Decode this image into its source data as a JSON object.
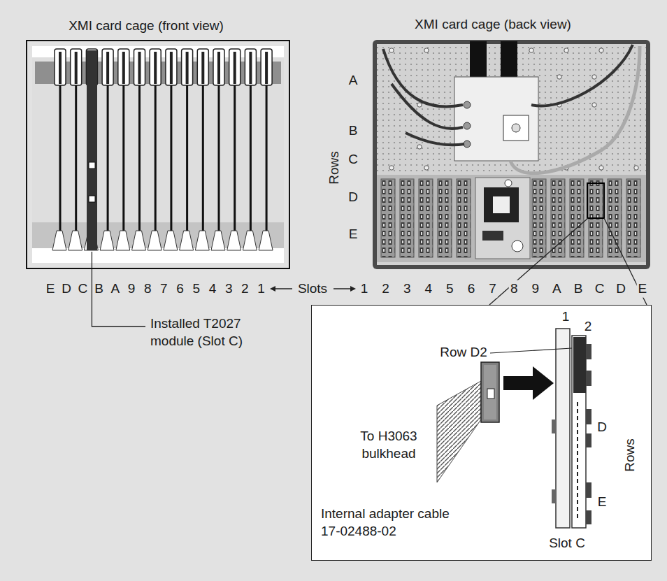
{
  "diagram": {
    "nodes": [
      {
        "text": [
          "XMI card cage (front view)"
        ]
      },
      {
        "text": [
          "XMI card cage (back view)"
        ]
      },
      {
        "text": [
          "1",
          "2",
          "Row D2",
          "To H3063 bulkhead",
          "D",
          "Rows",
          "E",
          "Internal adapter cable 17-02488-02",
          "Slot C"
        ]
      }
    ],
    "labels": [
      "A",
      "B",
      "C",
      "D",
      "E",
      "Rows",
      "E",
      "D",
      "C",
      "B",
      "A",
      "9",
      "8",
      "7",
      "6",
      "5",
      "4",
      "3",
      "2",
      "1",
      "Slots",
      "1",
      "2",
      "3",
      "4",
      "5",
      "6",
      "7",
      "8",
      "9",
      "A",
      "B",
      "C",
      "D",
      "E",
      "Installed T2027 module (Slot C)"
    ]
  }
}
